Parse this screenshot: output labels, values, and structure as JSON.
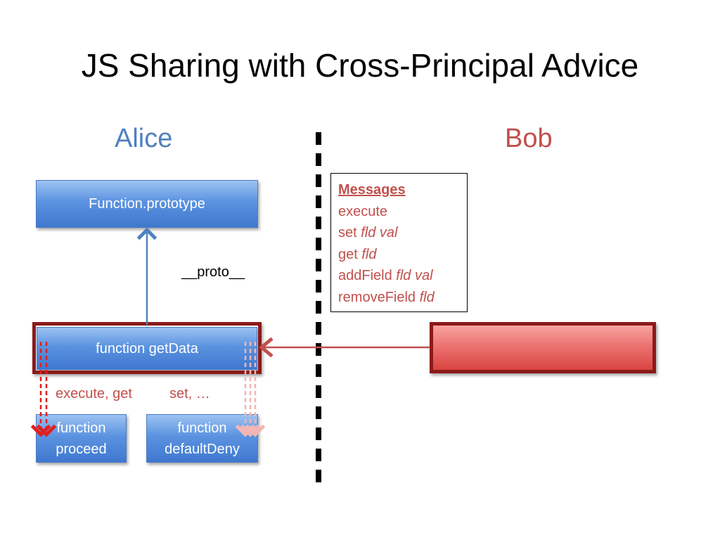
{
  "slide": {
    "title": "JS Sharing with Cross-Principal Advice"
  },
  "principals": {
    "alice": "Alice",
    "bob": "Bob"
  },
  "nodes": {
    "function_prototype": "Function.prototype",
    "function_getdata": "function getData",
    "proceed_line1": "function",
    "proceed_line2": "proceed",
    "defaultdeny_line1": "function",
    "defaultdeny_line2": "defaultDeny"
  },
  "labels": {
    "proto": "__proto__",
    "execute_get": "execute, get",
    "set_etc": "set, …"
  },
  "messages": {
    "header": "Messages",
    "items": [
      {
        "name": "execute",
        "args": ""
      },
      {
        "name": "set",
        "args": "fld val"
      },
      {
        "name": "get",
        "args": "fld"
      },
      {
        "name": "addField",
        "args": "fld val"
      },
      {
        "name": "removeField",
        "args": "fld"
      }
    ]
  },
  "colors": {
    "alice": "#4f81bd",
    "bob": "#c0504d",
    "frame": "#8b1a1a",
    "arrow_red": "#e02020",
    "arrow_pink": "#f2b6b4"
  }
}
